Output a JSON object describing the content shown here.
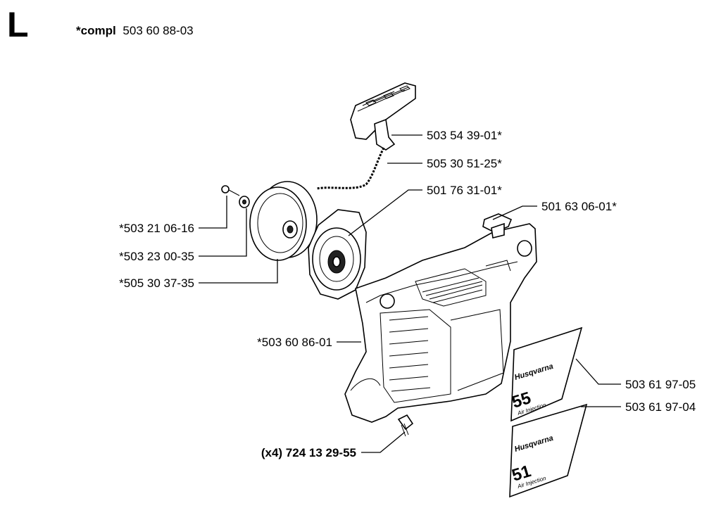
{
  "section_letter": "L",
  "header": {
    "compl_prefix": "*compl",
    "compl_number": "503 60 88-03"
  },
  "callouts": [
    {
      "id": "handle",
      "text": "503 54 39-01*"
    },
    {
      "id": "rope",
      "text": "505 30 51-25*"
    },
    {
      "id": "spring-cassette",
      "text": "501 76 31-01*"
    },
    {
      "id": "plug",
      "text": "501 63 06-01*"
    },
    {
      "id": "screw-top",
      "text": "*503 21 06-16"
    },
    {
      "id": "washer",
      "text": "*503 23 00-35"
    },
    {
      "id": "pulley",
      "text": "*505 30 37-35"
    },
    {
      "id": "cover",
      "text": "*503 60 86-01"
    },
    {
      "id": "decal-55",
      "text": "503 61 97-05"
    },
    {
      "id": "decal-51",
      "text": "503 61 97-04"
    },
    {
      "id": "screw-bottom",
      "text": "(x4) 724 13 29-55"
    }
  ],
  "decals": [
    {
      "brand": "Husqvarna",
      "model": "55",
      "sub": "Air Injection"
    },
    {
      "brand": "Husqvarna",
      "model": "51",
      "sub": "Air Injection"
    }
  ]
}
